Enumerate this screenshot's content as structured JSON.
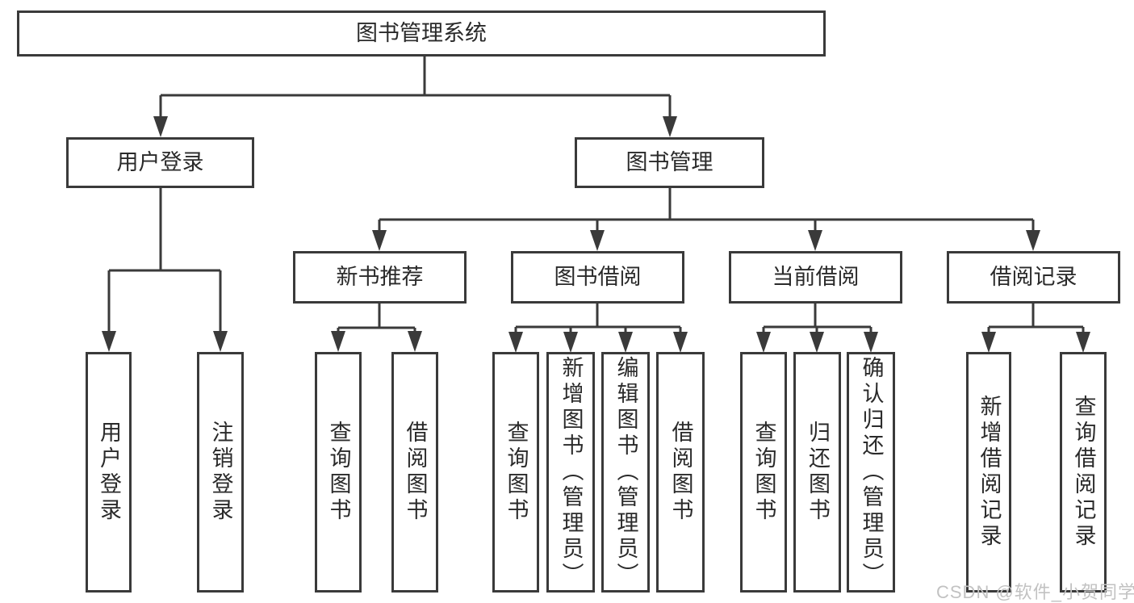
{
  "diagram_title": "图书管理系统",
  "tree": {
    "root": {
      "label": "图书管理系统"
    },
    "branches": [
      {
        "label": "用户登录",
        "children": [
          {
            "label": "用户登录"
          },
          {
            "label": "注销登录"
          }
        ]
      },
      {
        "label": "图书管理",
        "children": [
          {
            "label": "新书推荐",
            "children": [
              {
                "label": "查询图书"
              },
              {
                "label": "借阅图书"
              }
            ]
          },
          {
            "label": "图书借阅",
            "children": [
              {
                "label": "查询图书"
              },
              {
                "label": "新增图书（管理员）"
              },
              {
                "label": "编辑图书（管理员）"
              },
              {
                "label": "借阅图书"
              }
            ]
          },
          {
            "label": "当前借阅",
            "children": [
              {
                "label": "查询图书"
              },
              {
                "label": "归还图书"
              },
              {
                "label": "确认归还（管理员）"
              }
            ]
          },
          {
            "label": "借阅记录",
            "children": [
              {
                "label": "新增借阅记录"
              },
              {
                "label": "查询借阅记录"
              }
            ]
          }
        ]
      }
    ]
  },
  "watermark": {
    "text": "CSDN @软件_小贺同学"
  },
  "colors": {
    "line": "#3a3a3a",
    "box_border": "#3a3a3a",
    "text": "#2a2a2a",
    "background": "#ffffff",
    "watermark": "#c2c2c2"
  }
}
